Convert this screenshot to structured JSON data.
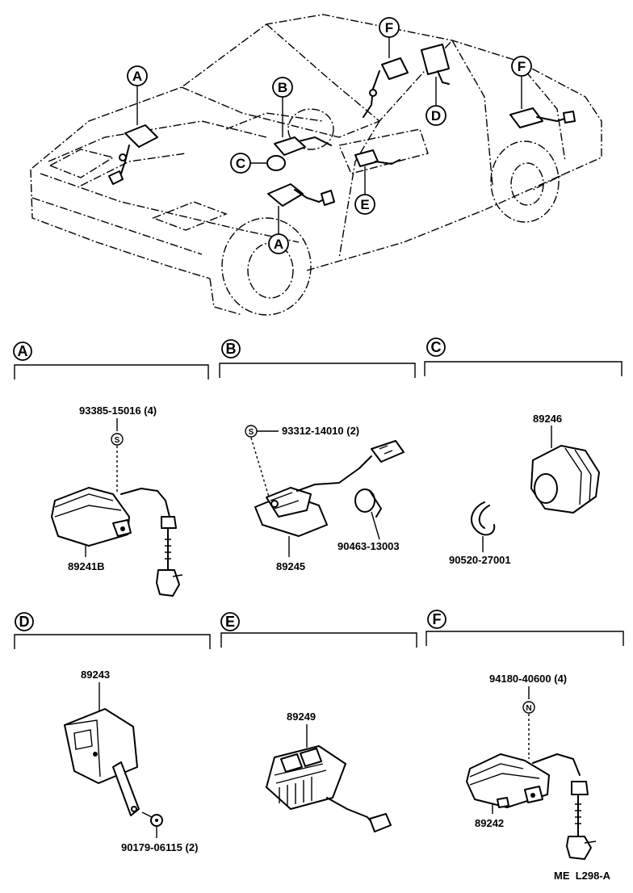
{
  "callouts": {
    "car_a_top": "A",
    "car_a_front": "A",
    "car_b": "B",
    "car_c": "C",
    "car_d": "D",
    "car_e": "E",
    "car_f_top": "F",
    "car_f_rear": "F"
  },
  "sections": {
    "a": {
      "letter": "A",
      "parts": {
        "bolt": "93385-15016 (4)",
        "bolt_symbol": "S",
        "actuator": "89241B"
      }
    },
    "b": {
      "letter": "B",
      "parts": {
        "bolt": "93312-14010 (2)",
        "bolt_symbol": "S",
        "actuator": "89245",
        "clamp": "90463-13003"
      }
    },
    "c": {
      "letter": "C",
      "parts": {
        "cover": "89246",
        "clip": "90520-27001"
      }
    },
    "d": {
      "letter": "D",
      "parts": {
        "computer": "89243",
        "bolt": "90179-06115 (2)"
      }
    },
    "e": {
      "letter": "E",
      "parts": {
        "switch": "89249"
      }
    },
    "f": {
      "letter": "F",
      "parts": {
        "nut": "94180-40600 (4)",
        "nut_symbol": "N",
        "actuator": "89242"
      }
    }
  },
  "reference_code": "ME  L298-A"
}
